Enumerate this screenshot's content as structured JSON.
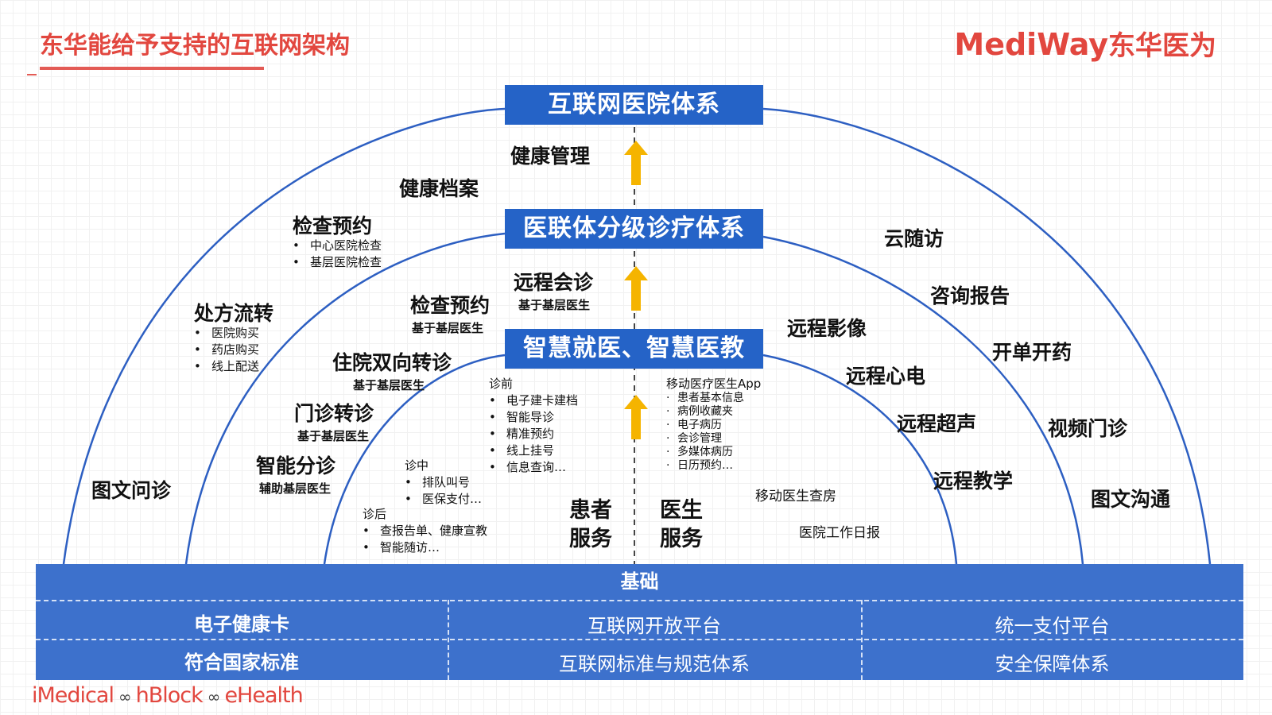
{
  "header": {
    "title": "东华能给予支持的互联网架构",
    "brand_latin": "MediWay",
    "brand_cn": "东华医为"
  },
  "tiers": {
    "top": "互联网医院体系",
    "middle": "医联体分级诊疗体系",
    "inner": "智慧就医、智慧医教"
  },
  "center_labels": {
    "health_management": "健康管理",
    "remote_consultation": "远程会诊",
    "remote_consultation_sub": "基于基层医生"
  },
  "outer_left": {
    "health_records": "健康档案",
    "exam_booking": {
      "title": "检查预约",
      "items": [
        "中心医院检查",
        "基层医院检查"
      ]
    },
    "prescription": {
      "title": "处方流转",
      "items": [
        "医院购买",
        "药店购买",
        "线上配送"
      ]
    },
    "image_text_consult": "图文问诊"
  },
  "middle_left": {
    "exam_booking": {
      "title": "检查预约",
      "sub": "基于基层医生"
    },
    "inpatient_referral": {
      "title": "住院双向转诊",
      "sub": "基于基层医生"
    },
    "outpatient_referral": {
      "title": "门诊转诊",
      "sub": "基于基层医生"
    },
    "smart_triage": {
      "title": "智能分诊",
      "sub": "辅助基层医生"
    }
  },
  "inner_left": {
    "pre": {
      "title": "诊前",
      "items": [
        "电子建卡建档",
        "智能导诊",
        "精准预约",
        "线上挂号",
        "信息查询…"
      ]
    },
    "during": {
      "title": "诊中",
      "items": [
        "排队叫号",
        "医保支付…"
      ]
    },
    "post": {
      "title": "诊后",
      "items": [
        "查报告单、健康宣教",
        "智能随访…"
      ]
    },
    "patient_service": [
      "患者",
      "服务"
    ]
  },
  "inner_right": {
    "mobile_app": {
      "title": "移动医疗医生App",
      "items": [
        "患者基本信息",
        "病例收藏夹",
        "电子病历",
        "会诊管理",
        "多媒体病历",
        "日历预约…"
      ]
    },
    "mobile_rounds": "移动医生查房",
    "daily_report": "医院工作日报",
    "doctor_service": [
      "医生",
      "服务"
    ]
  },
  "middle_right": [
    "远程影像",
    "远程心电",
    "远程超声",
    "远程教学"
  ],
  "outer_right": [
    "云随访",
    "咨询报告",
    "开单开药",
    "视频门诊",
    "图文沟通"
  ],
  "foundation": {
    "title": "基础",
    "rows": [
      [
        "电子健康卡",
        "互联网开放平台",
        "统一支付平台"
      ],
      [
        "符合国家标准",
        "互联网标准与规范体系",
        "安全保障体系"
      ]
    ]
  },
  "footer": {
    "p1": "iMedical",
    "p2": "hBlock",
    "p3": "eHealth",
    "sep": "∞"
  },
  "colors": {
    "accent_red": "#e2473f",
    "tier_blue": "#2563c7",
    "base_blue": "#3d71cc",
    "arc_blue": "#2d5fc2",
    "arrow_yellow": "#f5b400"
  }
}
